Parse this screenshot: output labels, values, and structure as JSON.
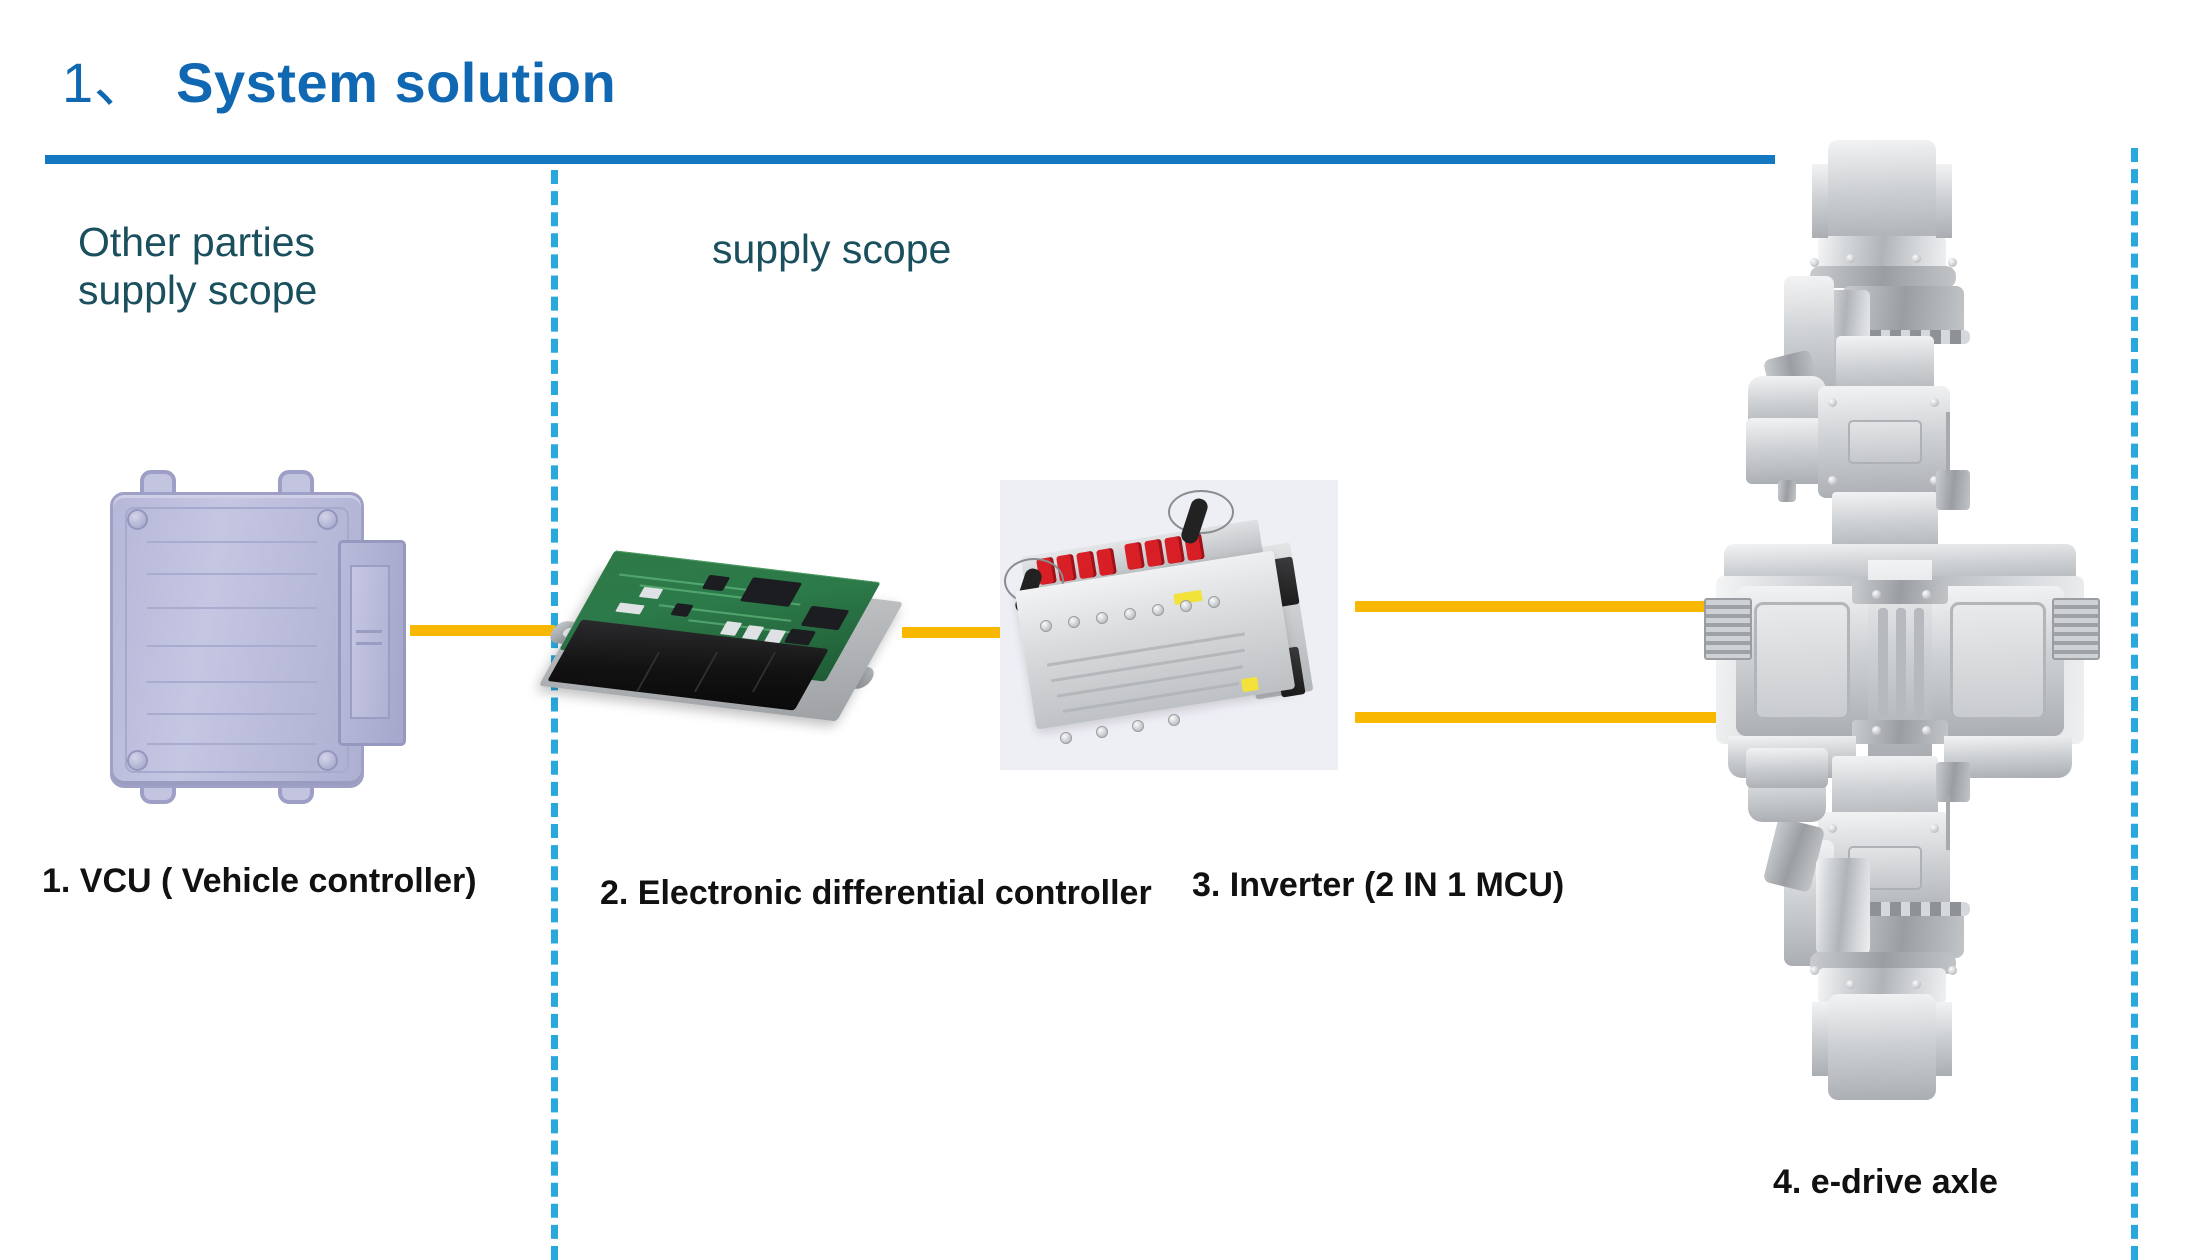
{
  "slide": {
    "title_number": "1、",
    "title_text": "System solution",
    "title_color": "#1068b3",
    "rule_color": "#1378c0",
    "divider_color": "#29a8dc",
    "link_color": "#f9b800",
    "background": "#ffffff"
  },
  "scopes": {
    "left": {
      "line1": "Other parties",
      "line2": "supply scope",
      "color": "#1a4f5e"
    },
    "right": {
      "line1": "supply scope",
      "color": "#1a4f5e"
    }
  },
  "components": [
    {
      "index": "1",
      "caption": "1. VCU ( Vehicle controller)",
      "icon": "ecu-box-image",
      "scope": "other-parties"
    },
    {
      "index": "2",
      "caption": "2. Electronic differential controller",
      "icon": "pcb-board-image",
      "scope": "supply"
    },
    {
      "index": "3",
      "caption": "3. Inverter (2 IN 1 MCU)",
      "icon": "inverter-image",
      "scope": "supply"
    },
    {
      "index": "4",
      "caption": "4. e-drive axle",
      "icon": "e-axle-image",
      "scope": "supply"
    }
  ],
  "connections": [
    {
      "from": "1",
      "to": "2",
      "style": "yellow-bar"
    },
    {
      "from": "2",
      "to": "3",
      "style": "yellow-bar"
    },
    {
      "from": "3",
      "to": "4",
      "style": "yellow-bar"
    },
    {
      "from": "3",
      "to": "4",
      "style": "yellow-bar"
    }
  ]
}
